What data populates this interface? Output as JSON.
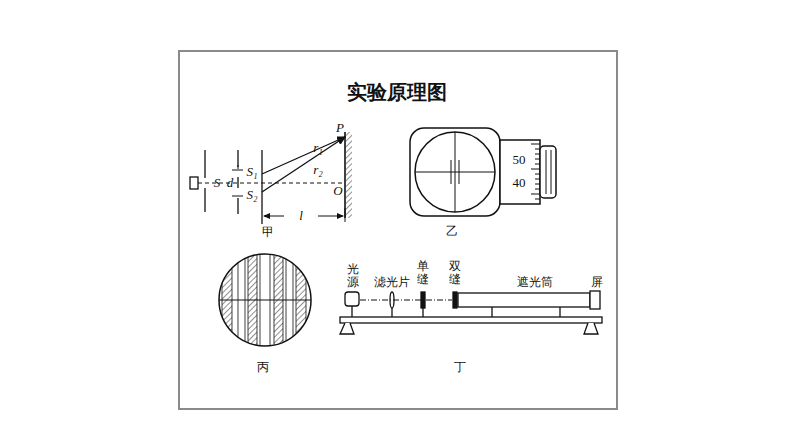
{
  "diagram": {
    "title": "实验原理图",
    "labels": [
      "S",
      "S₁",
      "d",
      "S₂",
      "r₁",
      "r₂",
      "P",
      "O",
      "l",
      "甲",
      "50",
      "40",
      "乙",
      "丙",
      "光源",
      "滤光片",
      "单缝",
      "双缝",
      "遮光筒",
      "屏",
      "丁"
    ]
  }
}
